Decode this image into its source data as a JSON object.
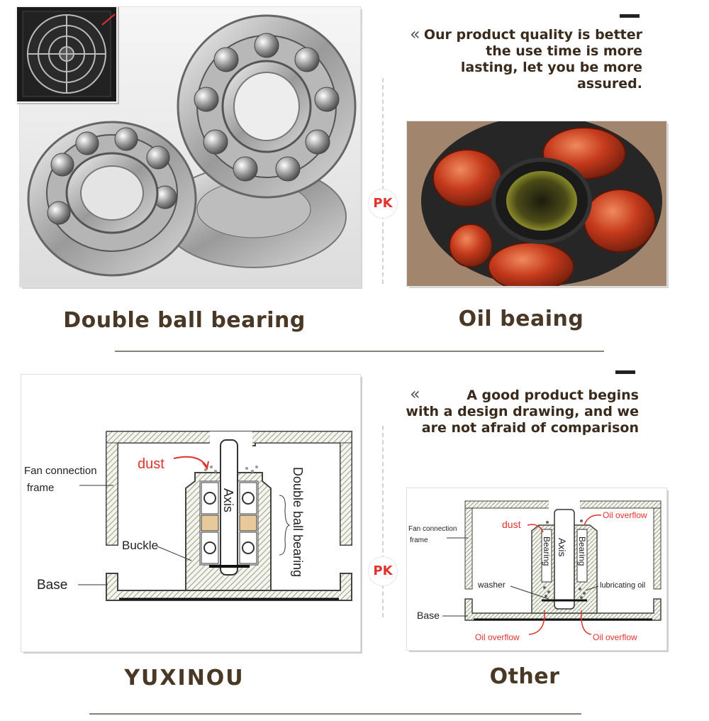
{
  "top": {
    "left_caption": "Double ball bearing",
    "right_caption": "Oil beaing",
    "quote": "Our product quality is better the use time is more lasting, let you be more assured.",
    "quote_lines": [
      "Our product quality is better",
      "the use time is more",
      "lasting, let you be more",
      "assured."
    ],
    "vs_badge": "PK"
  },
  "bottom": {
    "left_caption": "YUXINOU",
    "right_caption": "Other",
    "quote_lines": [
      "A good product begins",
      "with a design drawing, and we",
      "are not afraid of comparison"
    ],
    "vs_badge": "PK",
    "left_diagram": {
      "labels": {
        "dust": "dust",
        "fan_frame_1": "Fan connection",
        "fan_frame_2": "frame",
        "axis": "Axis",
        "bearing": "Double ball bearing",
        "buckle": "Buckle",
        "base": "Base"
      }
    },
    "right_diagram": {
      "labels": {
        "dust": "dust",
        "oil_overflow_top": "Oil overflow",
        "fan_frame_1": "Fan connection",
        "fan_frame_2": "frame",
        "bearing_left": "Bearing",
        "axis": "Axis",
        "bearing_right": "Bearing",
        "washer": "washer",
        "lubricating": "lubricating oil",
        "base": "Base",
        "oil_overflow_left": "Oil overflow",
        "oil_overflow_right": "Oil overflow"
      }
    }
  },
  "colors": {
    "caption": "#4a3826",
    "accent_red": "#e0332e",
    "divider": "#8a8078"
  }
}
